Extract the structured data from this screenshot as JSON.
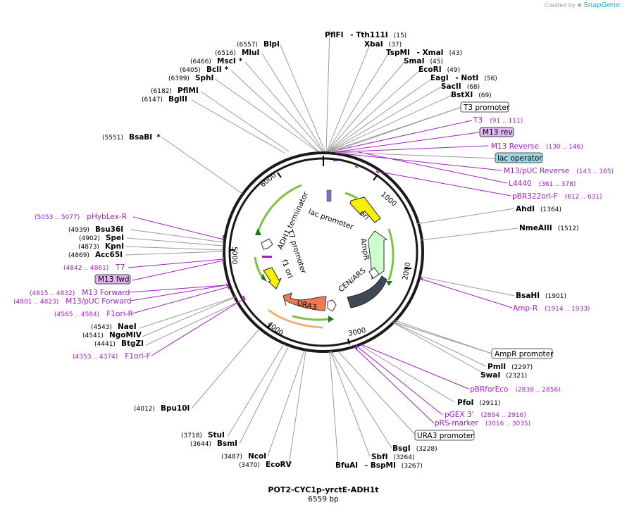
{
  "brand": {
    "created_by": "Created by",
    "name": "SnapGene"
  },
  "plasmid": {
    "name": "POT2-CYC1p-yrctE-ADH1t",
    "size_label": "6559 bp",
    "length": 6559
  },
  "ticks": [
    "1000",
    "2000",
    "3000",
    "4000",
    "5000",
    "6000"
  ],
  "enzymes_left": [
    {
      "pos": "(6557)",
      "name": "BlpI",
      "mark": ""
    },
    {
      "pos": "(6516)",
      "name": "MluI",
      "mark": ""
    },
    {
      "pos": "(6466)",
      "name": "MscI",
      "mark": "*"
    },
    {
      "pos": "(6405)",
      "name": "BclI",
      "mark": "*"
    },
    {
      "pos": "(6399)",
      "name": "SphI",
      "mark": ""
    },
    {
      "pos": "(6182)",
      "name": "PflMI",
      "mark": ""
    },
    {
      "pos": "(6147)",
      "name": "BglII",
      "mark": ""
    },
    {
      "pos": "(5551)",
      "name": "BsaBI",
      "mark": "*"
    },
    {
      "pos": "(4939)",
      "name": "Bsu36I",
      "mark": ""
    },
    {
      "pos": "(4902)",
      "name": "SpeI",
      "mark": ""
    },
    {
      "pos": "(4873)",
      "name": "KpnI",
      "mark": ""
    },
    {
      "pos": "(4869)",
      "name": "Acc65I",
      "mark": ""
    },
    {
      "pos": "(4543)",
      "name": "NaeI",
      "mark": ""
    },
    {
      "pos": "(4541)",
      "name": "NgoMIV",
      "mark": ""
    },
    {
      "pos": "(4441)",
      "name": "BtgZI",
      "mark": ""
    },
    {
      "pos": "(4012)",
      "name": "Bpu10I",
      "mark": ""
    },
    {
      "pos": "(3718)",
      "name": "StuI",
      "mark": ""
    },
    {
      "pos": "(3644)",
      "name": "BsmI",
      "mark": ""
    },
    {
      "pos": "(3487)",
      "name": "NcoI",
      "mark": ""
    },
    {
      "pos": "(3470)",
      "name": "EcoRV",
      "mark": ""
    }
  ],
  "enzymes_top": [
    {
      "name": "PflFI",
      "name2": "Tth111I",
      "pos": "(15)"
    },
    {
      "name": "XbaI",
      "name2": "",
      "pos": "(37)"
    },
    {
      "name": "TspMI",
      "name2": "XmaI",
      "pos": "(43)"
    },
    {
      "name": "SmaI",
      "name2": "",
      "pos": "(45)"
    },
    {
      "name": "EcoRI",
      "name2": "",
      "pos": "(49)"
    },
    {
      "name": "EagI",
      "name2": "NotI",
      "pos": "(56)"
    },
    {
      "name": "SacII",
      "name2": "",
      "pos": "(68)"
    },
    {
      "name": "BstXI",
      "name2": "",
      "pos": "(69)"
    }
  ],
  "enzymes_right": [
    {
      "name": "AhdI",
      "pos": "(1364)"
    },
    {
      "name": "NmeAIII",
      "pos": "(1512)"
    },
    {
      "name": "BsaHI",
      "pos": "(1901)"
    },
    {
      "name": "PmlI",
      "pos": "(2297)"
    },
    {
      "name": "SwaI",
      "pos": "(2321)"
    },
    {
      "name": "PfoI",
      "pos": "(2911)"
    },
    {
      "name": "BsgI",
      "pos": "(3228)"
    },
    {
      "name": "SbfI",
      "pos": "(3264)"
    },
    {
      "name": "BfuAI",
      "name2": "BspMI",
      "pos": "(3267)"
    }
  ],
  "features_right": [
    {
      "name": "T3",
      "range": "(91 .. 111)"
    },
    {
      "name": "M13 rev",
      "range": ""
    },
    {
      "name": "M13 Reverse",
      "range": "(130 .. 146)"
    },
    {
      "name": "M13/pUC Reverse",
      "range": "(143 .. 165)"
    },
    {
      "name": "L4440",
      "range": "(361 .. 378)"
    },
    {
      "name": "pBR322ori-F",
      "range": "(612 .. 631)"
    },
    {
      "name": "Amp-R",
      "range": "(1914 .. 1933)"
    },
    {
      "name": "pBRforEco",
      "range": "(2838 .. 2856)"
    },
    {
      "name": "pGEX 3'",
      "range": "(2894 .. 2916)"
    },
    {
      "name": "pRS-marker",
      "range": "(3016 .. 3035)"
    }
  ],
  "features_left": [
    {
      "name": "pHybLex-R",
      "range": "(5053 .. 5077)"
    },
    {
      "name": "T7",
      "range": "(4842 .. 4861)"
    },
    {
      "name": "M13 fwd",
      "range": ""
    },
    {
      "name": "M13 Forward",
      "range": "(4815 .. 4832)"
    },
    {
      "name": "M13/pUC Forward",
      "range": "(4801 .. 4823)"
    },
    {
      "name": "F1ori-R",
      "range": "(4565 .. 4584)"
    },
    {
      "name": "F1ori-F",
      "range": "(4353 .. 4374)"
    }
  ],
  "boxed_labels": {
    "t3_promoter": "T3 promoter",
    "lac_operator": "lac operator",
    "ampr_promoter": "AmpR promoter",
    "ura3_promoter": "URA3 promoter"
  },
  "inner_features": {
    "ori": "ori",
    "ampr": "AmpR",
    "cen_ars": "CEN/ARS",
    "ura3": "URA3",
    "f1_ori": "f1 ori",
    "t7_promoter": "T7 promoter",
    "adh1_terminator": "ADH1 terminator",
    "lac_promoter": "lac promoter"
  },
  "colors": {
    "ori": "#f7f300",
    "ampr": "#ccffcc",
    "cen_ars": "#3f4a54",
    "ura3": "#ef7a50",
    "f1_ori": "#f7f300",
    "green_arrow": "#7dc242",
    "orange_arc": "#f2b06a",
    "primer": "#a020c0",
    "mauve_box": "#e2b6f4",
    "blue_box": "#9fd6e4"
  }
}
